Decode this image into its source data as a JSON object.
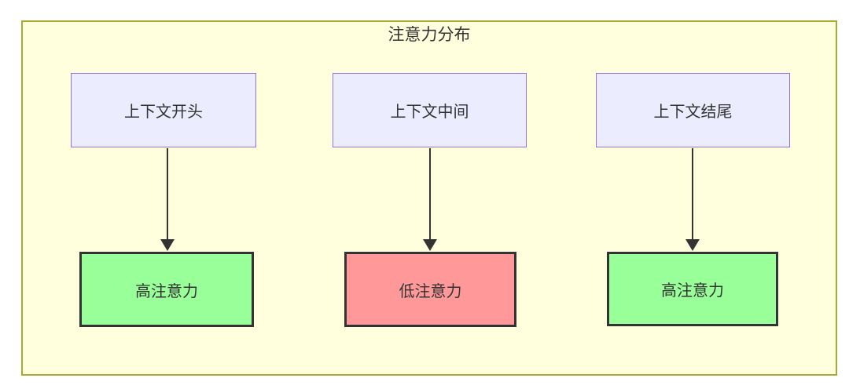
{
  "diagram": {
    "type": "flowchart",
    "direction": "top-to-bottom",
    "container": {
      "title": "注意力分布"
    },
    "top_nodes": [
      {
        "label": "上下文开头"
      },
      {
        "label": "上下文中间"
      },
      {
        "label": "上下文结尾"
      }
    ],
    "bottom_nodes": [
      {
        "label": "高注意力",
        "level": "high"
      },
      {
        "label": "低注意力",
        "level": "low"
      },
      {
        "label": "高注意力",
        "level": "high"
      }
    ],
    "edges": [
      {
        "from": "上下文开头",
        "to": "高注意力"
      },
      {
        "from": "上下文中间",
        "to": "低注意力"
      },
      {
        "from": "上下文结尾",
        "to": "高注意力"
      }
    ],
    "colors": {
      "cluster_fill": "#ffffde",
      "cluster_border": "#aaaa33",
      "context_node_fill": "#ECECFF",
      "context_node_border": "#9370DB",
      "high_attention_fill": "#99ff99",
      "low_attention_fill": "#ff9999",
      "result_node_border": "#333333",
      "text": "#333333",
      "arrow": "#333333"
    }
  }
}
